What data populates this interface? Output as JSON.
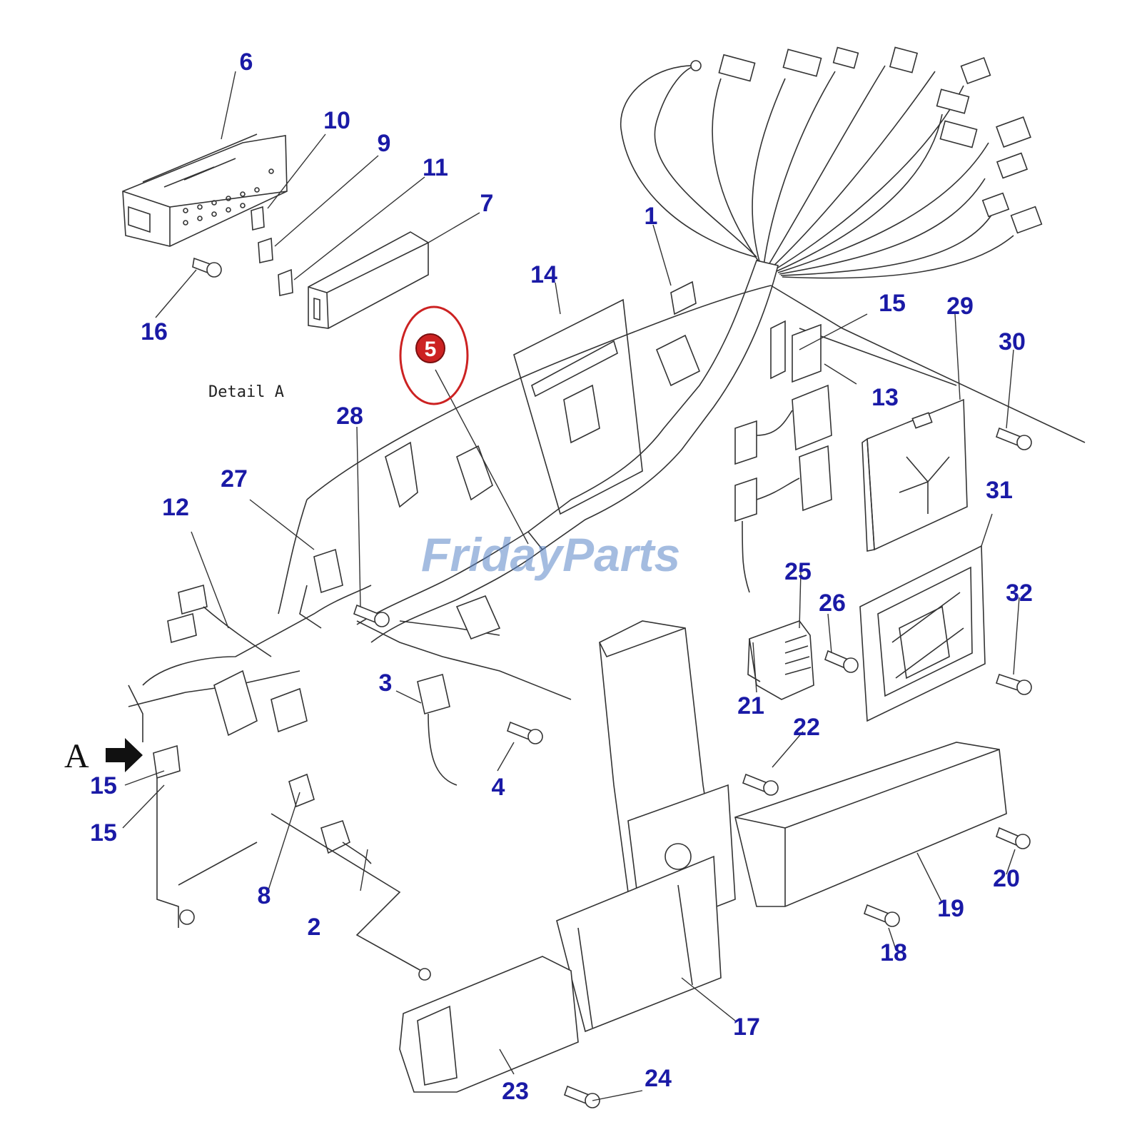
{
  "diagram": {
    "detail_caption": "Detail A",
    "view_marker": "A",
    "watermark": "FridayParts",
    "highlighted_callout": "5",
    "label_color": "#1a1aa6",
    "highlight_color": "#cc2222",
    "labels": {
      "l1": "1",
      "l2": "2",
      "l3": "3",
      "l4": "4",
      "l6": "6",
      "l7": "7",
      "l8": "8",
      "l9": "9",
      "l10": "10",
      "l11": "11",
      "l12": "12",
      "l13": "13",
      "l14": "14",
      "l15a": "15",
      "l15b": "15",
      "l15c": "15",
      "l16": "16",
      "l17": "17",
      "l18": "18",
      "l19": "19",
      "l20": "20",
      "l21": "21",
      "l22": "22",
      "l23": "23",
      "l24": "24",
      "l25": "25",
      "l26": "26",
      "l27": "27",
      "l28": "28",
      "l29": "29",
      "l30": "30",
      "l31": "31",
      "l32": "32"
    }
  }
}
